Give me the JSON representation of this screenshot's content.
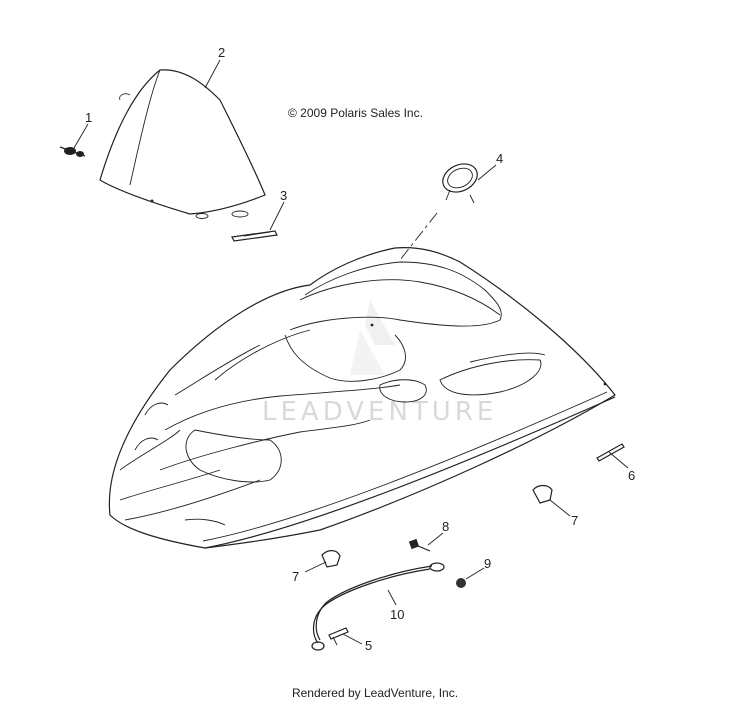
{
  "copyright": "© 2009 Polaris Sales Inc.",
  "watermark": "LEADVENTURE",
  "footer": "Rendered by LeadVenture, Inc.",
  "callouts": [
    "1",
    "2",
    "3",
    "4",
    "5",
    "6",
    "7",
    "7",
    "8",
    "9",
    "10"
  ]
}
